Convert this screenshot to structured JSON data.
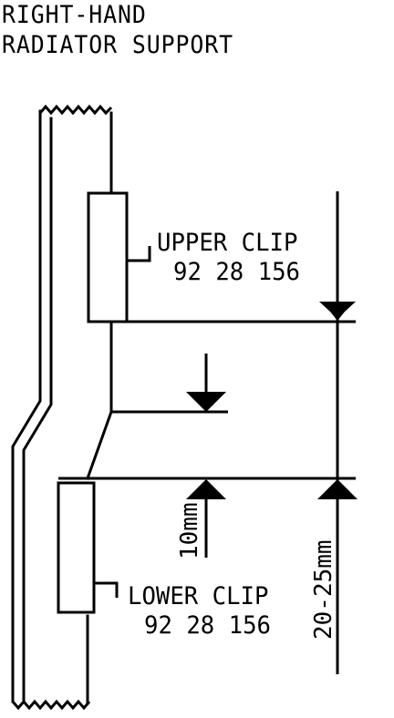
{
  "title": {
    "line1": "RIGHT-HAND",
    "line2": "RADIATOR SUPPORT"
  },
  "upper_clip": {
    "name": "UPPER CLIP",
    "part_number": "92 28 156"
  },
  "lower_clip": {
    "name": "LOWER CLIP",
    "part_number": "92 28 156"
  },
  "dimensions": {
    "small": "10mm",
    "large": "20-25mm"
  }
}
